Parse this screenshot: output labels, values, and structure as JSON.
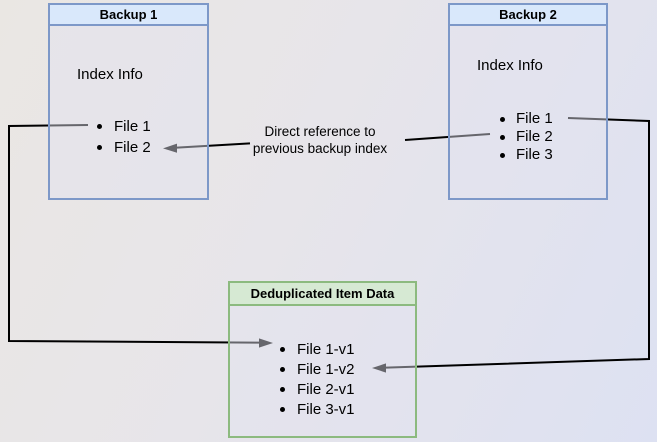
{
  "diagram": {
    "boxes": {
      "backup1": {
        "title": "Backup 1",
        "subtitle": "Index Info",
        "items": [
          "File 1",
          "File 2"
        ]
      },
      "backup2": {
        "title": "Backup 2",
        "subtitle": "Index Info",
        "items": [
          "File 1",
          "File 2",
          "File 3"
        ]
      },
      "dedup": {
        "title": "Deduplicated Item Data",
        "items": [
          "File 1-v1",
          "File 1-v2",
          "File 2-v1",
          "File 3-v1"
        ]
      }
    },
    "annotation": {
      "line1": "Direct reference to",
      "line2": "previous backup index"
    },
    "colors": {
      "blue_header_fill": "#d9e8fb",
      "blue_border": "#7d98c8",
      "green_header_fill": "#d6e9d3",
      "green_border": "#8cba7f",
      "arrow": "#000000",
      "background_left": "#eae7e3",
      "background_right": "#dde1f2"
    }
  }
}
